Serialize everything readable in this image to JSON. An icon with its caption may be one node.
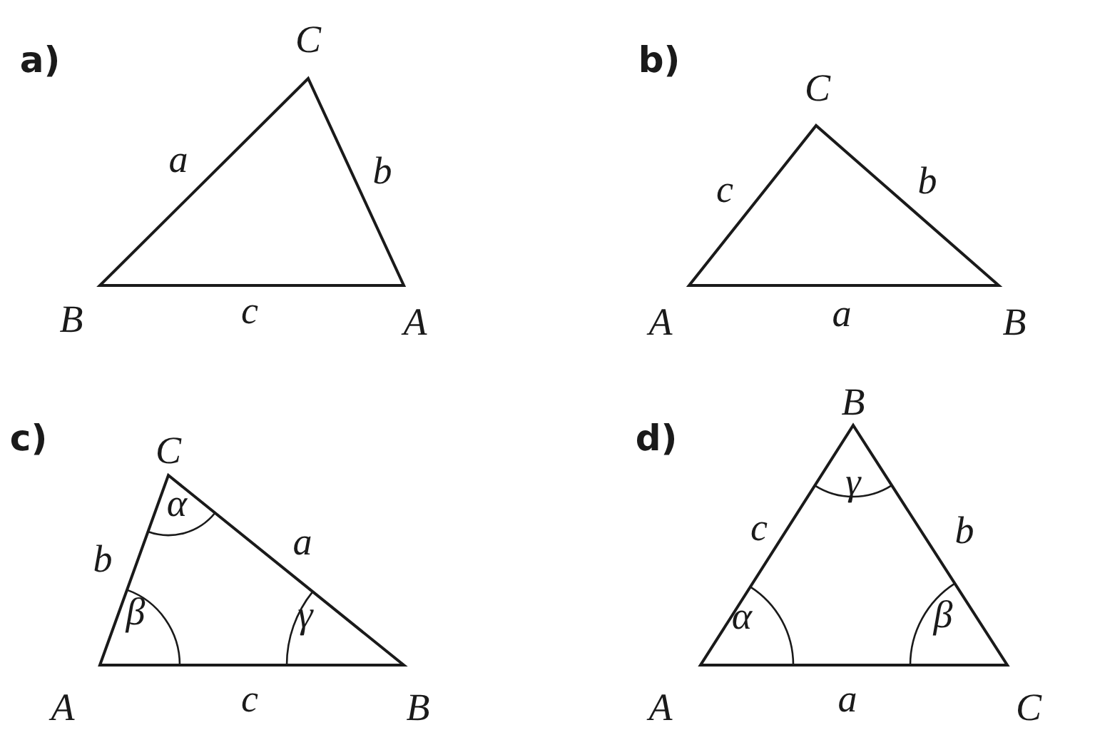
{
  "diagram": {
    "labels": [
      "a)",
      "C",
      "a",
      "b",
      "B",
      "c",
      "A",
      "b)",
      "C",
      "c",
      "b",
      "A",
      "a",
      "B",
      "c)",
      "C",
      "α",
      "a",
      "b",
      "β",
      "γ",
      "A",
      "c",
      "B",
      "d)",
      "B",
      "γ",
      "c",
      "b",
      "α",
      "β",
      "A",
      "a",
      "C"
    ]
  }
}
